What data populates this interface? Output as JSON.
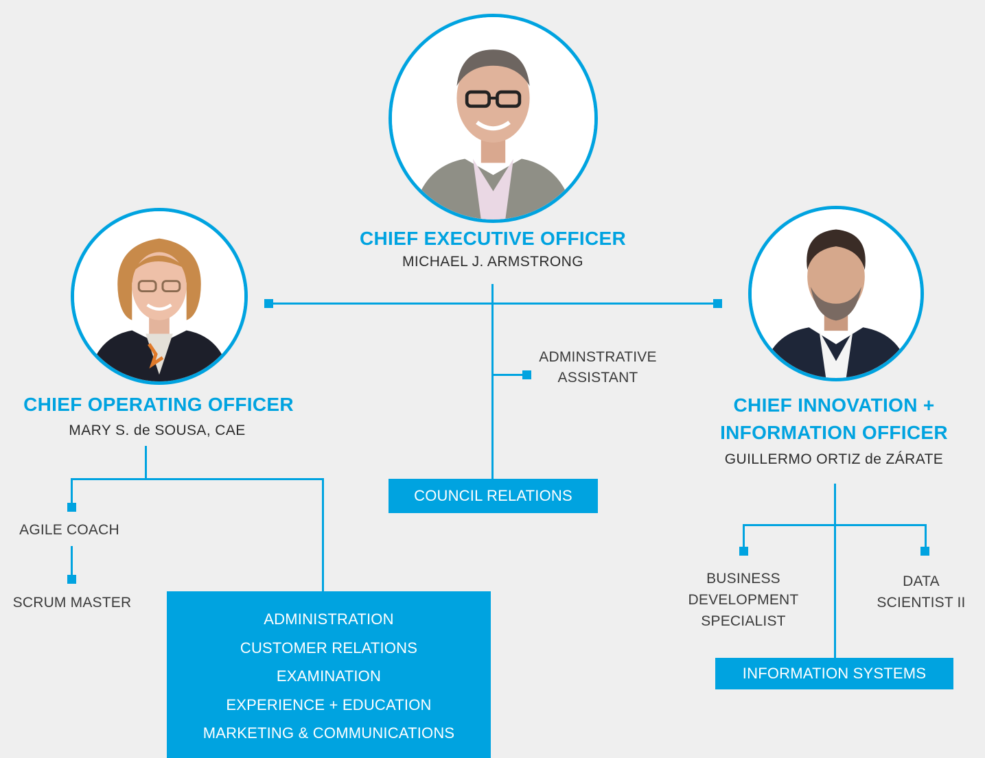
{
  "colors": {
    "accent": "#00a3e0",
    "background": "#efefef",
    "text": "#2b2b2b"
  },
  "ceo": {
    "title": "CHIEF EXECUTIVE OFFICER",
    "name": "MICHAEL J. ARMSTRONG",
    "photo_icon": "person-photo-icon"
  },
  "coo": {
    "title": "CHIEF OPERATING OFFICER",
    "name": "MARY S. de SOUSA, CAE",
    "photo_icon": "person-photo-icon"
  },
  "cio": {
    "title_line1": "CHIEF INNOVATION +",
    "title_line2": "INFORMATION OFFICER",
    "name": "GUILLERMO ORTIZ de ZÁRATE",
    "photo_icon": "person-photo-icon"
  },
  "admin_assistant": {
    "line1": "ADMINSTRATIVE",
    "line2": "ASSISTANT"
  },
  "council_relations": "COUNCIL RELATIONS",
  "agile_coach": "AGILE COACH",
  "scrum_master": "SCRUM MASTER",
  "coo_departments": [
    "ADMINISTRATION",
    "CUSTOMER RELATIONS",
    "EXAMINATION",
    "EXPERIENCE + EDUCATION",
    "MARKETING & COMMUNICATIONS"
  ],
  "business_dev": {
    "line1": "BUSINESS",
    "line2": "DEVELOPMENT",
    "line3": "SPECIALIST"
  },
  "data_scientist": {
    "line1": "DATA",
    "line2": "SCIENTIST II"
  },
  "information_systems": "INFORMATION SYSTEMS"
}
